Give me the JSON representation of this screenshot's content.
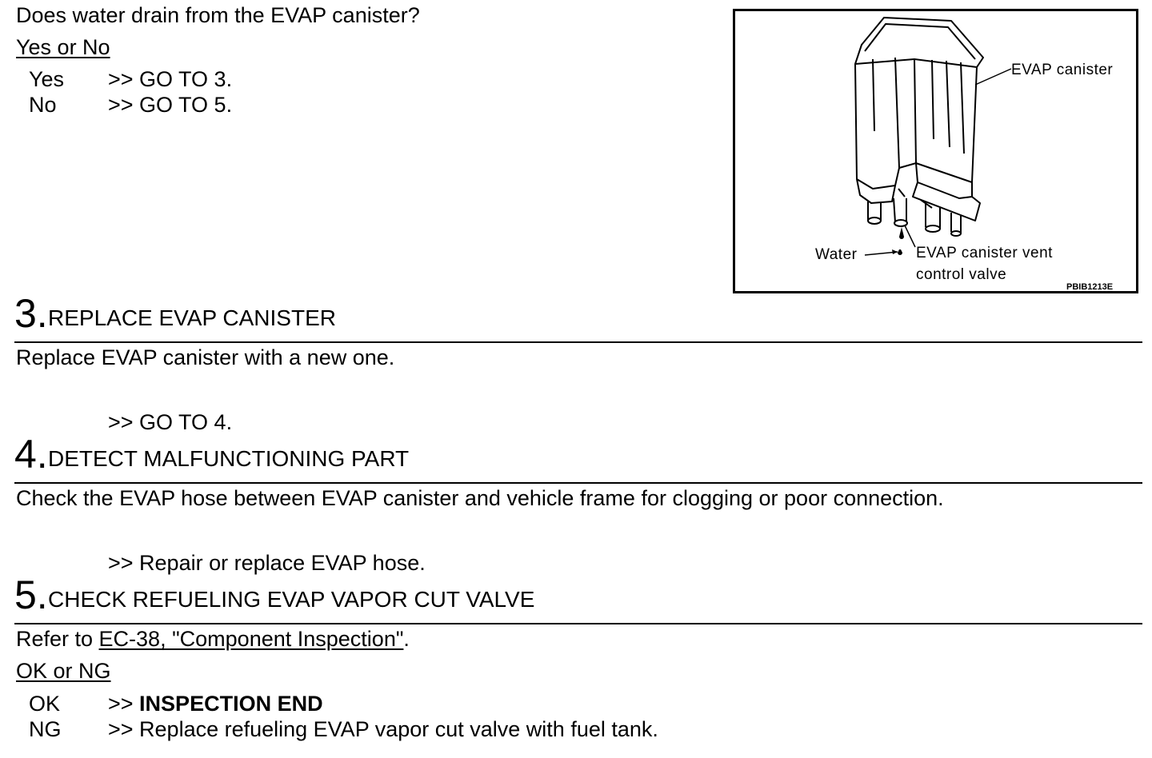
{
  "step2": {
    "question": "Does water drain from the EVAP canister?",
    "choice_title": "Yes or No",
    "yes_key": "Yes",
    "yes_action": ">> GO TO 3.",
    "no_key": "No",
    "no_action": ">> GO TO 5."
  },
  "figure": {
    "label_canister": "EVAP canister",
    "label_water": "Water",
    "label_valve_1": "EVAP canister vent",
    "label_valve_2": "control valve",
    "code": "PBIB1213E"
  },
  "step3": {
    "number": "3.",
    "title": "REPLACE EVAP CANISTER",
    "text": "Replace EVAP canister with a new one.",
    "action": ">> GO TO 4."
  },
  "step4": {
    "number": "4.",
    "title": "DETECT MALFUNCTIONING PART",
    "text": "Check the EVAP hose between EVAP canister and vehicle frame for clogging or poor connection.",
    "action": ">> Repair or replace EVAP hose."
  },
  "step5": {
    "number": "5.",
    "title": "CHECK REFUELING EVAP VAPOR CUT VALVE",
    "text_prefix": "Refer to ",
    "link": "EC-38, \"Component Inspection\"",
    "text_suffix": ".",
    "choice_title": "OK or NG",
    "ok_key": "OK",
    "ok_prefix": ">> ",
    "ok_action": "INSPECTION END",
    "ng_key": "NG",
    "ng_action": ">> Replace refueling EVAP vapor cut valve with fuel tank."
  }
}
